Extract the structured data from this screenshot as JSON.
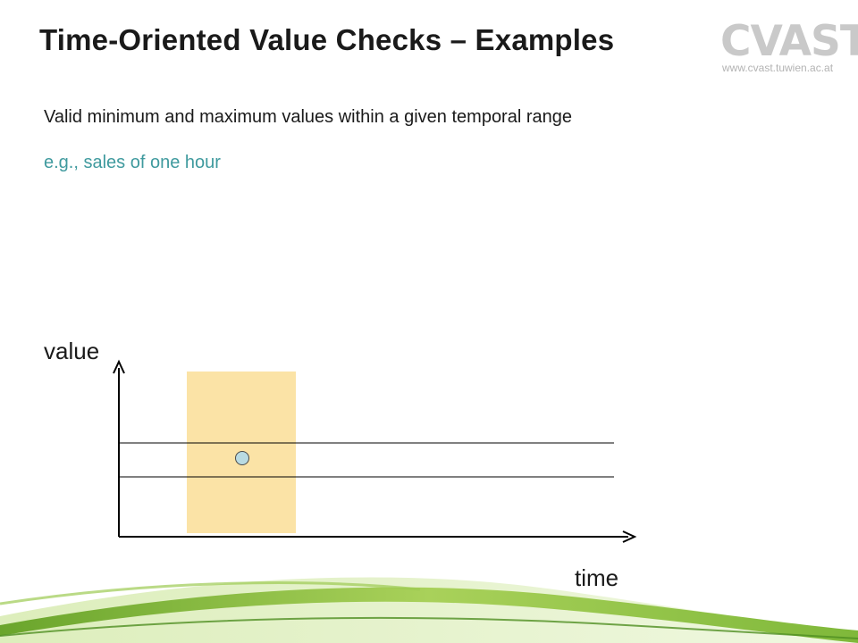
{
  "slide": {
    "title": "Time-Oriented Value Checks – Examples",
    "bullet": "Valid minimum and maximum values within a given temporal range",
    "subbullet": "e.g., sales of one hour"
  },
  "logo": {
    "text": "CVAST",
    "url": "www.cvast.tuwien.ac.at"
  },
  "diagram": {
    "y_axis_label": "value",
    "x_axis_label": "time",
    "colors": {
      "range_highlight": "#fbe3a6",
      "data_point_fill": "#b9dbe2",
      "axis": "#000000",
      "subbullet": "#3f9a9e"
    }
  }
}
